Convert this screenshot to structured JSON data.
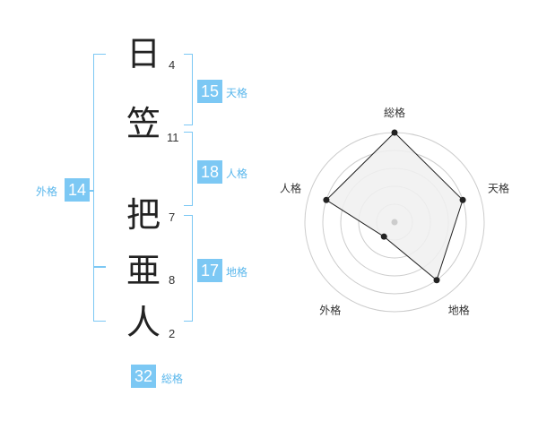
{
  "name": {
    "characters": [
      {
        "char": "日",
        "strokes": "4"
      },
      {
        "char": "笠",
        "strokes": "11"
      },
      {
        "char": "把",
        "strokes": "7"
      },
      {
        "char": "亜",
        "strokes": "8"
      },
      {
        "char": "人",
        "strokes": "2"
      }
    ]
  },
  "kaku": {
    "tenkaku": {
      "value": "15",
      "label": "天格"
    },
    "jinkaku": {
      "value": "18",
      "label": "人格"
    },
    "chikaku": {
      "value": "17",
      "label": "地格"
    },
    "gaikaku": {
      "value": "14",
      "label": "外格"
    },
    "soukaku": {
      "value": "32",
      "label": "総格"
    }
  },
  "colors": {
    "accent": "#7cc8f4",
    "accent_text": "#5ab7ec",
    "radar_fill": "#f0f0f0",
    "ring": "#cccccc"
  },
  "chart_data": {
    "type": "radar",
    "axes": [
      "総格",
      "天格",
      "地格",
      "外格",
      "人格"
    ],
    "max": 5,
    "values": [
      5,
      4,
      4,
      1,
      4
    ]
  }
}
